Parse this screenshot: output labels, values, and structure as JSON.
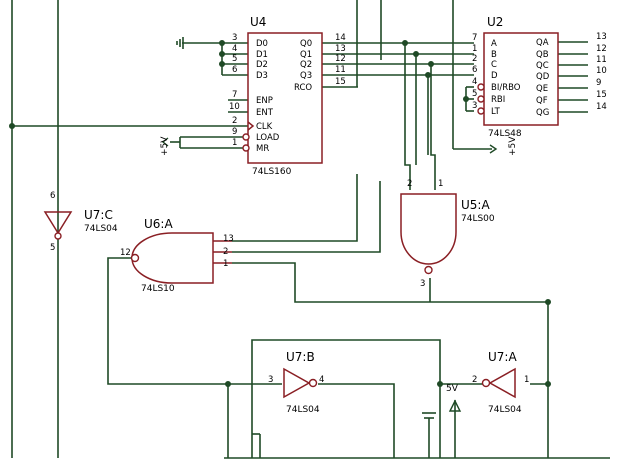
{
  "parts": {
    "u4": {
      "ref": "U4",
      "type": "74LS160",
      "pins_left": [
        "D0",
        "D1",
        "D2",
        "D3",
        "ENP",
        "ENT",
        "CLK",
        "LOAD",
        "MR"
      ],
      "pins_left_num": [
        "3",
        "4",
        "5",
        "6",
        "7",
        "10",
        "2",
        "9",
        "1"
      ],
      "pins_right": [
        "Q0",
        "Q1",
        "Q2",
        "Q3",
        "RCO"
      ],
      "pins_right_num": [
        "14",
        "13",
        "12",
        "11",
        "15"
      ]
    },
    "u2": {
      "ref": "U2",
      "type": "74LS48",
      "pins_left": [
        "A",
        "B",
        "C",
        "D",
        "BI/RBO",
        "RBI",
        "LT"
      ],
      "pins_left_num": [
        "7",
        "1",
        "2",
        "6",
        "4",
        "5",
        "3"
      ],
      "pins_right": [
        "QA",
        "QB",
        "QC",
        "QD",
        "QE",
        "QF",
        "QG"
      ],
      "pins_right_num": [
        "13",
        "12",
        "11",
        "10",
        "9",
        "15",
        "14"
      ]
    },
    "u5a": {
      "ref": "U5:A",
      "type": "74LS00",
      "pins": [
        "2",
        "1",
        "3"
      ]
    },
    "u6a": {
      "ref": "U6:A",
      "type": "74LS10",
      "pins": [
        "13",
        "2",
        "1",
        "12"
      ]
    },
    "u7c": {
      "ref": "U7:C",
      "type": "74LS04",
      "pins": [
        "6",
        "5"
      ]
    },
    "u7b": {
      "ref": "U7:B",
      "type": "74LS04",
      "pins": [
        "3",
        "4"
      ]
    },
    "u7a": {
      "ref": "U7:A",
      "type": "74LS04",
      "pins": [
        "2",
        "1"
      ]
    }
  },
  "power": {
    "u4_mr": "+5V",
    "u2_lt": "+5V",
    "bottom": "5V"
  },
  "colors": {
    "wire": "#1f4a26",
    "part": "#8a1f24"
  }
}
